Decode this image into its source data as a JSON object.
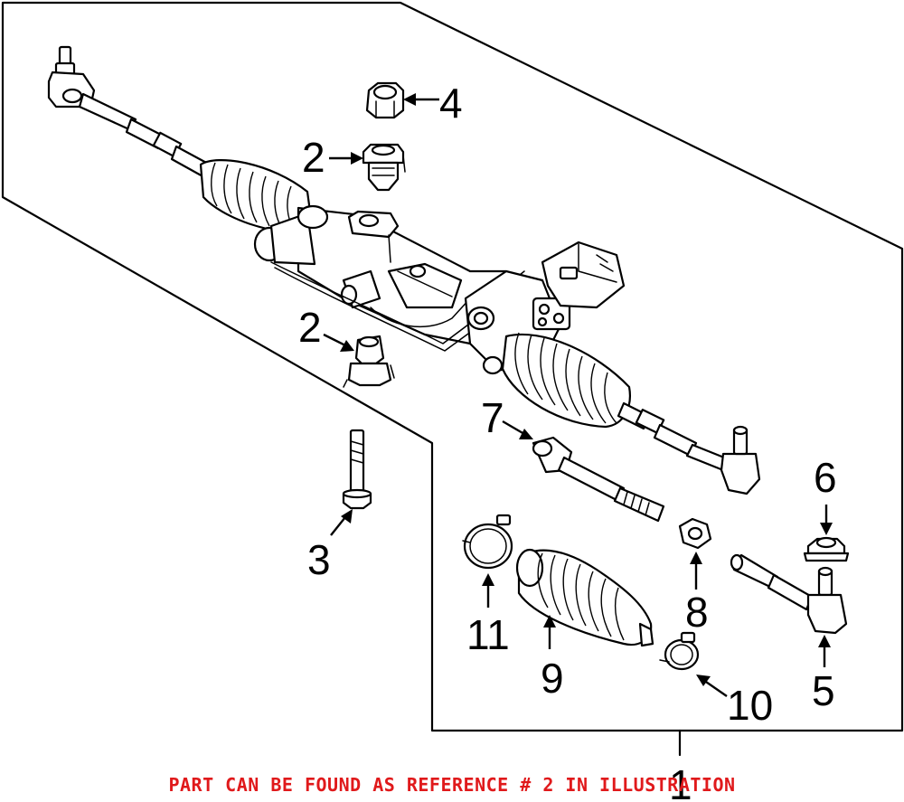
{
  "callouts": {
    "c1": "1",
    "c2_upper": "2",
    "c2_lower": "2",
    "c3": "3",
    "c4": "4",
    "c5": "5",
    "c6": "6",
    "c7": "7",
    "c8": "8",
    "c9": "9",
    "c10": "10",
    "c11": "11"
  },
  "footer_note": "PART CAN BE FOUND AS REFERENCE # 2 IN ILLUSTRATION",
  "colors": {
    "line": "#000000",
    "background": "#ffffff",
    "note_text": "#e0191b"
  },
  "highlighted_reference": "2"
}
